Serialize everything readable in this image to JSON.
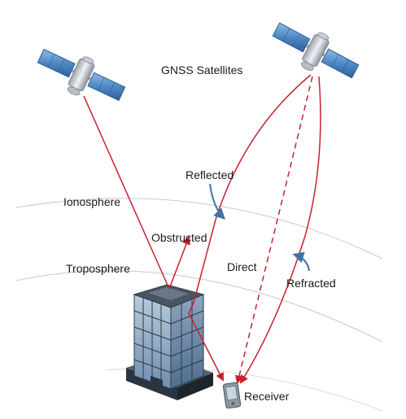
{
  "title": "GNSS Satellites",
  "labels": {
    "ionosphere": "Ionosphere",
    "troposphere": "Troposphere",
    "obstructed": "Obstructed",
    "reflected": "Reflected",
    "direct": "Direct",
    "refracted": "Refracted",
    "receiver": "Receiver"
  },
  "colors": {
    "signal": "#c8202f",
    "annotation_arrow": "#3f73a8",
    "layer_line": "#c4c4c4",
    "satellite_panel": "#4f88c6",
    "building_glass": "#7a98b6",
    "building_frame": "#2d3947"
  },
  "icons": [
    "satellite-left-icon",
    "satellite-right-icon",
    "building-icon",
    "receiver-phone-icon"
  ]
}
